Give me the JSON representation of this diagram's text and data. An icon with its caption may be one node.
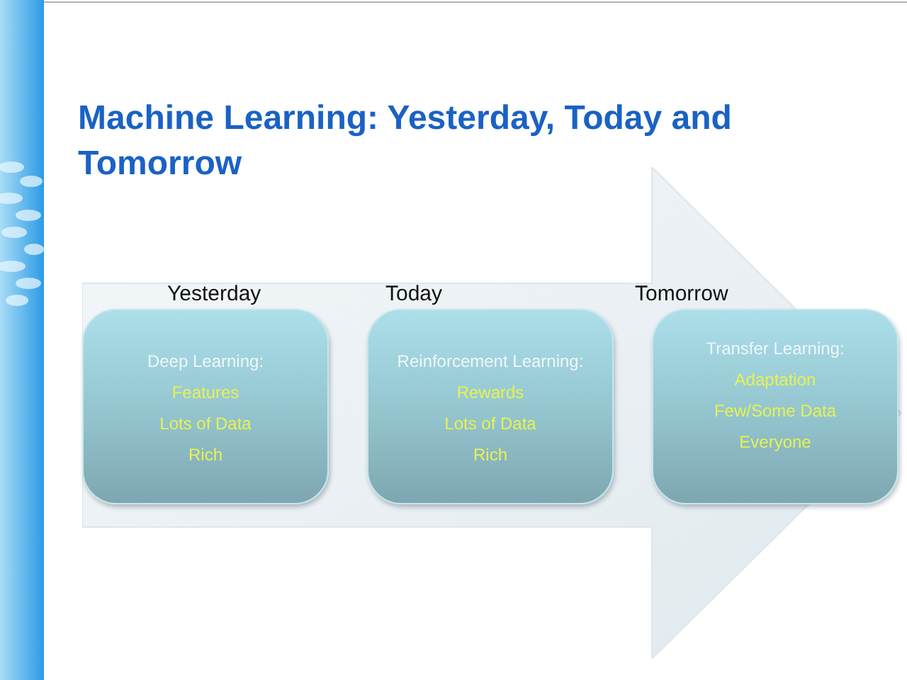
{
  "diagram": {
    "title": "Machine Learning: Yesterday, Today and Tomorrow",
    "nodes": [
      {
        "text": [],
        "shape": "arrow"
      },
      {
        "text": [
          "Deep Learning:",
          "Features",
          "Lots of Data",
          "Rich"
        ],
        "beside": [
          "Yesterday"
        ],
        "in": 0
      },
      {
        "text": [
          "Reinforcement Learning:",
          "Rewards",
          "Lots of Data",
          "Rich"
        ],
        "beside": [
          "Today"
        ],
        "in": 0
      },
      {
        "text": [
          "Transfer Learning:",
          "Adaptation",
          "Few/Some Data",
          "Everyone"
        ],
        "beside": [
          "Tomorrow"
        ],
        "in": 0
      }
    ]
  }
}
